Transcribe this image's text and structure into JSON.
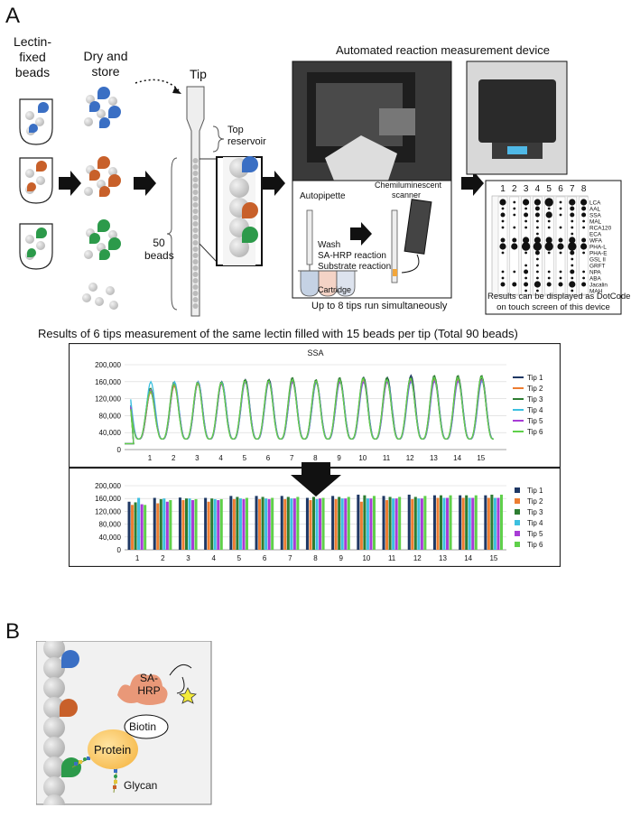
{
  "panel_a_label": "A",
  "panel_b_label": "B",
  "workflow": {
    "lectin_beads_label": [
      "Lectin-",
      "fixed",
      "beads"
    ],
    "dry_store_label": [
      "Dry and",
      "store"
    ],
    "tip_label": "Tip",
    "top_reservoir_label": [
      "Top",
      "reservoir"
    ],
    "beads_count_label": [
      "50",
      "beads"
    ],
    "device_title": "Automated reaction measurement device",
    "autopipette_label": "Autopipette",
    "scanner_label": [
      "Chemiluminescent",
      "scanner"
    ],
    "steps_label": [
      "Wash",
      "SA-HRP reaction",
      "Substrate reaction"
    ],
    "cartridge_label": "Cartridge",
    "tips_note": "Up to 8 tips run simultaneously",
    "colors": {
      "blue": "#3a6fc4",
      "orange": "#c8602a",
      "green": "#2c9a4a",
      "grey": "#c8c8c8"
    }
  },
  "dotcode": {
    "columns": [
      "1",
      "2",
      "3",
      "4",
      "5",
      "6",
      "7",
      "8"
    ],
    "lectins": [
      "LCA",
      "AAL",
      "SSA",
      "MAL",
      "RCA120",
      "ECA",
      "WFA",
      "PHA-L",
      "PHA-E",
      "GSL II",
      "GRFT",
      "NPA",
      "ABA",
      "Jacalin",
      "MAH"
    ],
    "caption": [
      "Results can be displayed as DotCode",
      "on touch screen of this device"
    ]
  },
  "results_title": "Results of 6 tips measurement of the same lectin filled with 15 beads per tip (Total 90 beads)",
  "chart_data": [
    {
      "type": "line",
      "title": "SSA",
      "x_ticks": [
        "1",
        "2",
        "3",
        "4",
        "5",
        "6",
        "7",
        "8",
        "9",
        "10",
        "11",
        "12",
        "13",
        "14",
        "15"
      ],
      "y_ticks": [
        "0",
        "20,000",
        "40,000",
        "60,000",
        "80,000",
        "100,000",
        "120,000",
        "140,000",
        "160,000",
        "180,000",
        "200,000"
      ],
      "ylim": [
        0,
        200000
      ],
      "series": [
        {
          "name": "Tip 1",
          "color": "#1f3864",
          "peaks": [
            140000,
            155000,
            160000,
            160000,
            165000,
            165000,
            165000,
            160000,
            165000,
            170000,
            170000,
            175000,
            170000,
            170000,
            170000
          ]
        },
        {
          "name": "Tip 2",
          "color": "#ed7d31",
          "peaks": [
            135000,
            150000,
            155000,
            155000,
            160000,
            160000,
            160000,
            158000,
            160000,
            165000,
            160000,
            165000,
            165000,
            165000,
            165000
          ]
        },
        {
          "name": "Tip 3",
          "color": "#2e7d32",
          "peaks": [
            145000,
            160000,
            160000,
            160000,
            165000,
            165000,
            170000,
            165000,
            170000,
            170000,
            170000,
            170000,
            175000,
            175000,
            175000
          ]
        },
        {
          "name": "Tip 4",
          "color": "#3cc0e0",
          "peaks": [
            160000,
            160000,
            160000,
            158000,
            160000,
            160000,
            160000,
            158000,
            160000,
            160000,
            162000,
            160000,
            162000,
            162000,
            162000
          ]
        },
        {
          "name": "Tip 5",
          "color": "#a83cd6",
          "peaks": [
            140000,
            155000,
            158000,
            155000,
            160000,
            160000,
            160000,
            160000,
            160000,
            160000,
            160000,
            162000,
            162000,
            162000,
            165000
          ]
        },
        {
          "name": "Tip 6",
          "color": "#5fd04a",
          "peaks": [
            138000,
            155000,
            158000,
            158000,
            162000,
            162000,
            165000,
            162000,
            165000,
            168000,
            165000,
            168000,
            170000,
            170000,
            172000
          ]
        }
      ]
    },
    {
      "type": "bar",
      "categories": [
        "1",
        "2",
        "3",
        "4",
        "5",
        "6",
        "7",
        "8",
        "9",
        "10",
        "11",
        "12",
        "13",
        "14",
        "15"
      ],
      "y_ticks": [
        "0",
        "20,000",
        "40,000",
        "60,000",
        "80,000",
        "100,000",
        "120,000",
        "140,000",
        "160,000",
        "180,000",
        "200,000"
      ],
      "ylim": [
        0,
        200000
      ],
      "series": [
        {
          "name": "Tip 1",
          "color": "#1f3864",
          "values": [
            150000,
            162000,
            163000,
            162000,
            168000,
            168000,
            168000,
            162000,
            168000,
            172000,
            168000,
            172000,
            170000,
            170000,
            170000
          ]
        },
        {
          "name": "Tip 2",
          "color": "#ed7d31",
          "values": [
            140000,
            145000,
            155000,
            150000,
            158000,
            158000,
            158000,
            155000,
            158000,
            150000,
            155000,
            158000,
            162000,
            162000,
            162000
          ]
        },
        {
          "name": "Tip 3",
          "color": "#2e7d32",
          "values": [
            148000,
            158000,
            160000,
            160000,
            165000,
            165000,
            165000,
            165000,
            165000,
            170000,
            165000,
            165000,
            170000,
            170000,
            172000
          ]
        },
        {
          "name": "Tip 4",
          "color": "#3cc0e0",
          "values": [
            162000,
            160000,
            160000,
            158000,
            160000,
            160000,
            160000,
            158000,
            160000,
            160000,
            160000,
            160000,
            162000,
            162000,
            162000
          ]
        },
        {
          "name": "Tip 5",
          "color": "#a83cd6",
          "values": [
            142000,
            150000,
            155000,
            155000,
            158000,
            158000,
            160000,
            160000,
            160000,
            160000,
            160000,
            160000,
            162000,
            162000,
            162000
          ]
        },
        {
          "name": "Tip 6",
          "color": "#5fd04a",
          "values": [
            140000,
            155000,
            158000,
            158000,
            162000,
            162000,
            165000,
            162000,
            165000,
            168000,
            165000,
            168000,
            170000,
            170000,
            172000
          ]
        }
      ]
    }
  ],
  "panel_b": {
    "sa_hrp_label": [
      "SA-",
      "HRP"
    ],
    "biotin_label": "Biotin",
    "protein_label": "Protein",
    "glycan_label": "Glycan"
  }
}
